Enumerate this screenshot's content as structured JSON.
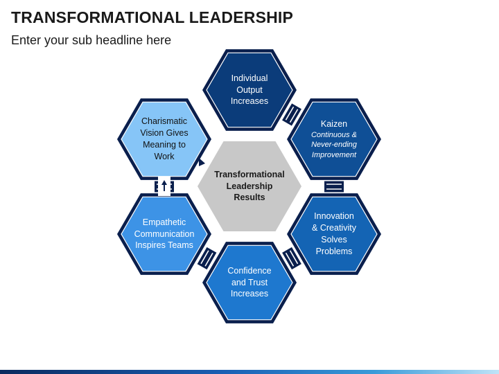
{
  "title": "TRANSFORMATIONAL LEADERSHIP",
  "subtitle": "Enter your sub headline here",
  "center": {
    "label": "Transformational Leadership Results",
    "lines": [
      "Transformational",
      "Leadership",
      "Results"
    ]
  },
  "hexagons": [
    {
      "id": "individual-output",
      "lines": [
        "Individual",
        "Output",
        "Increases"
      ],
      "sub": [],
      "color": "#0b3c7a",
      "text_color": "#ffffff"
    },
    {
      "id": "kaizen",
      "lines": [
        "Kaizen"
      ],
      "sub": [
        "Continuous &",
        "Never-ending",
        "Improvement"
      ],
      "color": "#0f4f96",
      "text_color": "#ffffff"
    },
    {
      "id": "innovation-creativity",
      "lines": [
        "Innovation",
        "& Creativity",
        "Solves",
        "Problems"
      ],
      "sub": [],
      "color": "#1464b4",
      "text_color": "#ffffff"
    },
    {
      "id": "confidence-trust",
      "lines": [
        "Confidence",
        "and Trust",
        "Increases"
      ],
      "sub": [],
      "color": "#1e78cf",
      "text_color": "#ffffff"
    },
    {
      "id": "empathetic-communication",
      "lines": [
        "Empathetic",
        "Communication",
        "Inspires Teams"
      ],
      "sub": [],
      "color": "#3d93e6",
      "text_color": "#ffffff"
    },
    {
      "id": "charismatic-vision",
      "lines": [
        "Charismatic",
        "Vision Gives",
        "Meaning to",
        "Work"
      ],
      "sub": [],
      "color": "#86c5f7",
      "text_color": "#111111"
    }
  ],
  "colors": {
    "outline": "#0a1f4d",
    "center_fill": "#c8c8c8",
    "connector": "#0a1f4d"
  }
}
